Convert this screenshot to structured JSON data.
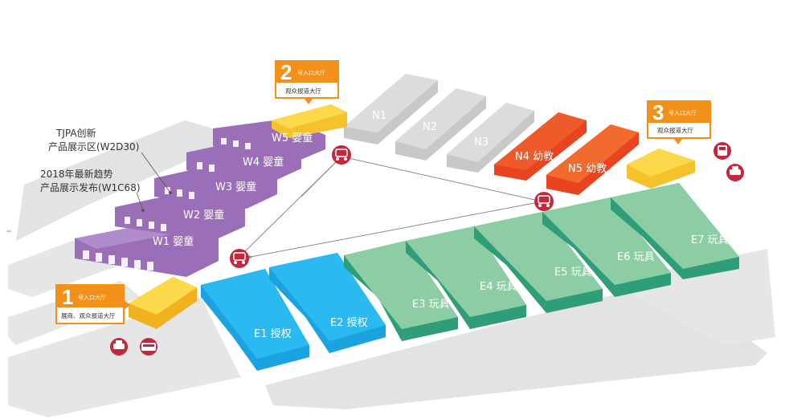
{
  "halls": {
    "w1": "W1 婴童",
    "w2": "W2 婴童",
    "w3": "W3 婴童",
    "w4": "W4 婴童",
    "w5": "W5 婴童",
    "n1": "N1",
    "n2": "N2",
    "n3": "N3",
    "n4": "N4 幼教",
    "n5": "N5 幼教",
    "e1": "E1 授权",
    "e2": "E2 授权",
    "e3": "E3 玩具",
    "e4": "E4 玩具",
    "e5": "E5 玩具",
    "e6": "E6 玩具",
    "e7": "E7 玩具"
  },
  "annotations": {
    "tjpa_line1": "TJPA创新",
    "tjpa_line2": "产品展示区(W2D30)",
    "new_line1": "2018年最新趋势",
    "new_line2": "产品展示发布(W1C68)"
  },
  "entrances": {
    "e1": {
      "number": "1",
      "title": "号入口大厅",
      "subtitle": "展商、观众报道大厅"
    },
    "e2": {
      "number": "2",
      "title": "号入口大厅",
      "subtitle": "观众报道大厅"
    },
    "e3": {
      "number": "3",
      "title": "号入口大厅",
      "subtitle": "观众报道大厅"
    }
  },
  "colors": {
    "w_halls": "#9a6fb8",
    "n_halls_grey": "#c8c8c8",
    "n_halls_orange": "#e8441f",
    "e_halls_blue": "#1aa3e0",
    "e_halls_green": "#2f9e78",
    "entrance_yellow": "#f6c22c",
    "tag_orange": "#f39019",
    "transport_red": "#c4283c"
  },
  "icons": [
    "shuttle-cart-icon",
    "bus-icon",
    "taxi-icon"
  ]
}
